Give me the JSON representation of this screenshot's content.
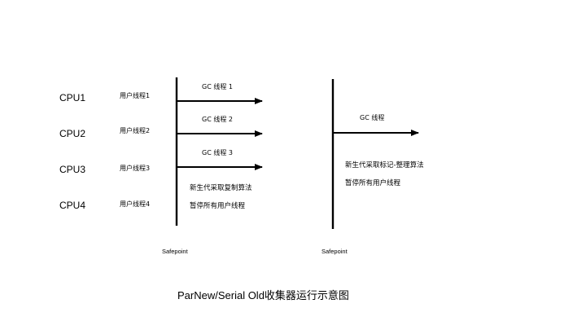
{
  "cpus": [
    "CPU1",
    "CPU2",
    "CPU3",
    "CPU4"
  ],
  "user_threads": [
    "用户线程1",
    "用户线程2",
    "用户线程3",
    "用户线程4"
  ],
  "young_gc": {
    "gc_threads": [
      "GC 线程 1",
      "GC 线程 2",
      "GC 线程 3"
    ],
    "notes": [
      "新生代采取复制算法",
      "暂停所有用户线程"
    ],
    "safepoint": "Safepoint"
  },
  "old_gc": {
    "gc_thread": "GC 线程",
    "notes": [
      "新生代采取标记-整理算法",
      "暂停所有用户线程"
    ],
    "safepoint": "Safepoint"
  },
  "title": "ParNew/Serial Old收集器运行示意图",
  "colors": {
    "line": "#000000",
    "background": "#ffffff"
  }
}
